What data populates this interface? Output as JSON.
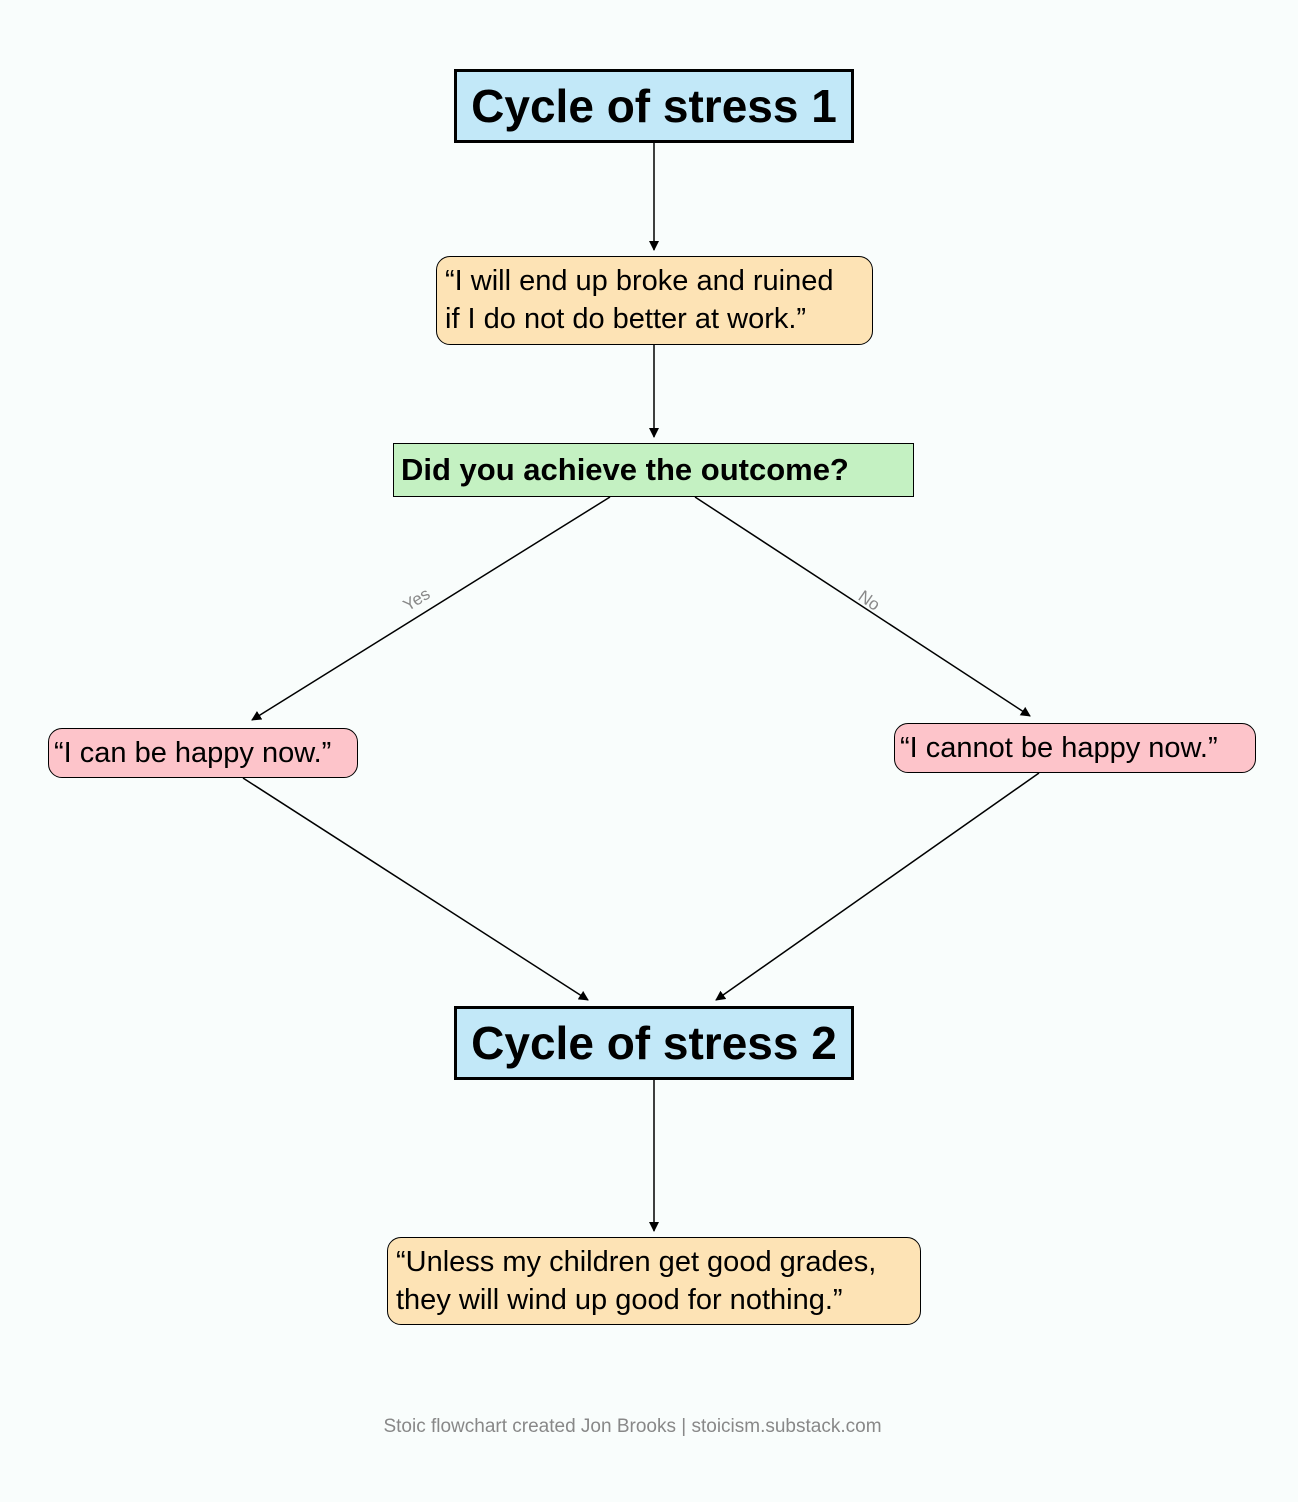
{
  "nodes": {
    "cycle1": "Cycle of stress 1",
    "belief1_line1": "“I will end up broke and ruined",
    "belief1_line2": "if I do not do better at work.”",
    "question": "Did you achieve the outcome?",
    "yes_result": "“I can be happy now.”",
    "no_result": "“I cannot be happy now.”",
    "cycle2": "Cycle of stress 2",
    "belief2_line1": "“Unless my children get good grades,",
    "belief2_line2": "they will wind up good for nothing.”"
  },
  "edges": {
    "yes_label": "Yes",
    "no_label": "No"
  },
  "colors": {
    "cycle_fill": "#c2e8f8",
    "belief_fill": "#fde3b5",
    "question_fill": "#c4f1c2",
    "result_fill": "#fdc4ca",
    "background": "#f9fdfc"
  },
  "footer": "Stoic flowchart created Jon Brooks | stoicism.substack.com"
}
